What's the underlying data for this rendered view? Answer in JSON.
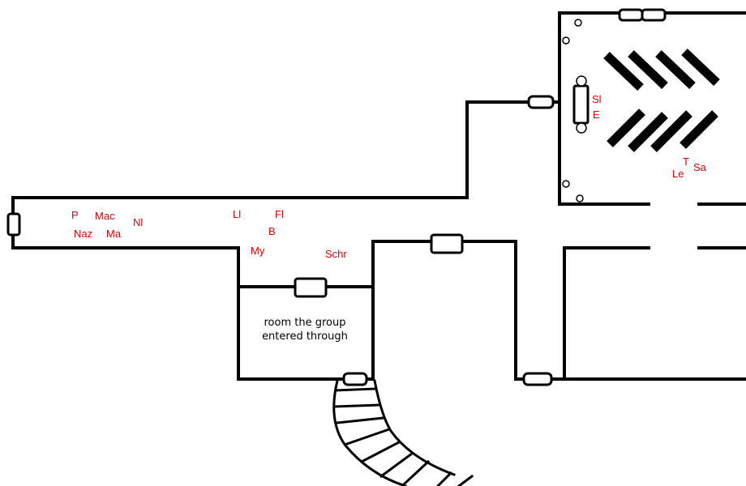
{
  "map": {
    "room_label": {
      "line1": "room the group",
      "line2": "entered through"
    },
    "markers": [
      "P",
      "Mac",
      "Nl",
      "Naz",
      "Ma",
      "Ll",
      "Fl",
      "B",
      "My",
      "Schr",
      "Sl",
      "E",
      "T",
      "Le",
      "Sa"
    ],
    "colors": {
      "wall": "#000000",
      "marker": "#e00000",
      "background": "#ffffff"
    }
  }
}
